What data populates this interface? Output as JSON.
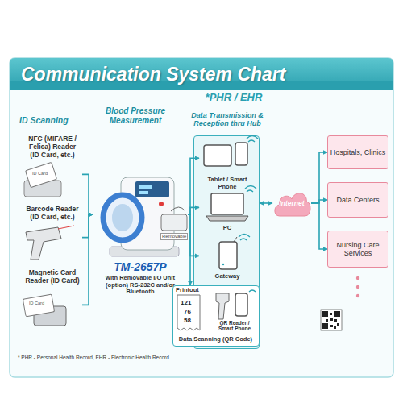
{
  "diagram": {
    "title": "Communication System Chart",
    "nodes": [
      {
        "text": [
          "NFC (MIFARE / Felica) Reader (ID Card, etc.)"
        ]
      },
      {
        "text": [
          "Barcode Reader (ID Card, etc.)"
        ]
      },
      {
        "text": [
          "Magnetic Card Reader (ID Card)"
        ]
      },
      {
        "text": [
          "TM-2657P",
          "with Removable I/O Unit (option) RS-232C and/or Bluetooth"
        ]
      },
      {
        "text": [
          "Data Transmission & Reception thru Hub"
        ]
      },
      {
        "text": [
          "Tablet / Smart Phone"
        ],
        "in": 4
      },
      {
        "text": [
          "PC"
        ],
        "in": 4
      },
      {
        "text": [
          "Gateway"
        ],
        "in": 4
      },
      {
        "text": [
          "Printout",
          "Data Scanning (QR Code)"
        ],
        "in": 4
      },
      {
        "text": [
          "QR Reader / Smart Phone"
        ],
        "in": 8
      },
      {
        "text": [
          "Internet"
        ]
      },
      {
        "text": [
          "Hospitals, Clinics"
        ]
      },
      {
        "text": [
          "Data Centers"
        ]
      },
      {
        "text": [
          "Nursing Care Services"
        ]
      }
    ],
    "edges": [
      {
        "from": 0,
        "to": 3,
        "arrow": "to"
      },
      {
        "from": 1,
        "to": 3,
        "arrow": "to"
      },
      {
        "from": 2,
        "to": 3,
        "arrow": "to"
      },
      {
        "from": 3,
        "to": 5,
        "arrow": "to"
      },
      {
        "from": 3,
        "to": 6,
        "arrow": "to"
      },
      {
        "from": 3,
        "to": 7,
        "arrow": "to"
      },
      {
        "from": 3,
        "to": 8,
        "arrow": "to"
      },
      {
        "from": 4,
        "to": 10,
        "arrow": "both"
      },
      {
        "from": 10,
        "to": 11,
        "arrow": "to"
      },
      {
        "from": 10,
        "to": 12,
        "arrow": "to"
      },
      {
        "from": 10,
        "to": 13,
        "arrow": "to"
      }
    ],
    "labels": [
      "*PHR / EHR",
      "ID Scanning",
      "Blood Pressure Measurement",
      "ID Card",
      "Removable",
      "121",
      "76",
      "58",
      "ID Card",
      "* PHR - Personal Health Record, EHR - Electronic Health Record"
    ]
  }
}
